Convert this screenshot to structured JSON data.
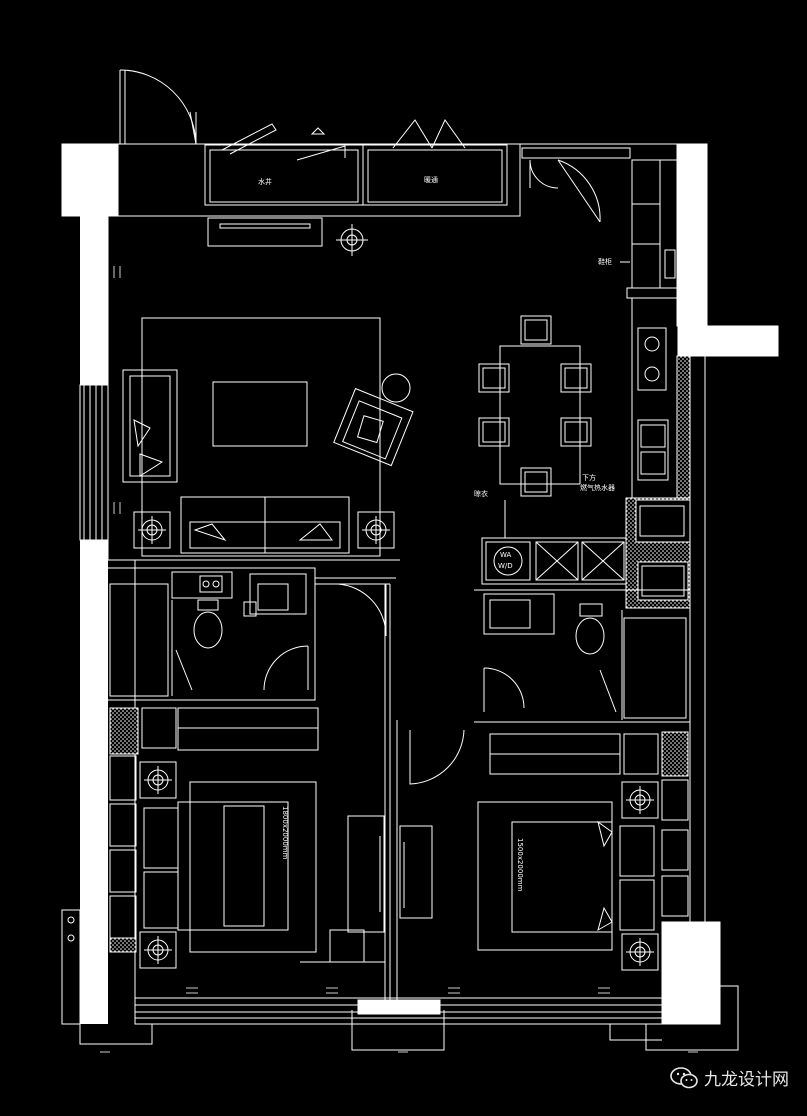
{
  "labels": {
    "water_shaft": "水井",
    "vent_shaft": "暖通",
    "cabinet": "鞋柜",
    "water_heater_line1": "下方",
    "water_heater_line2": "燃气热水器",
    "washer_tag": "晾衣",
    "washer_dryer_line1": "WA",
    "washer_dryer_line2": "W/D",
    "bed_master": "1800x2000mm",
    "bed_second": "1500x2000mm"
  },
  "watermark": {
    "text": "九龙设计网",
    "icon": "wechat-icon"
  },
  "colors": {
    "background": "#000000",
    "lines": "#ffffff",
    "walls": "#ffffff"
  }
}
